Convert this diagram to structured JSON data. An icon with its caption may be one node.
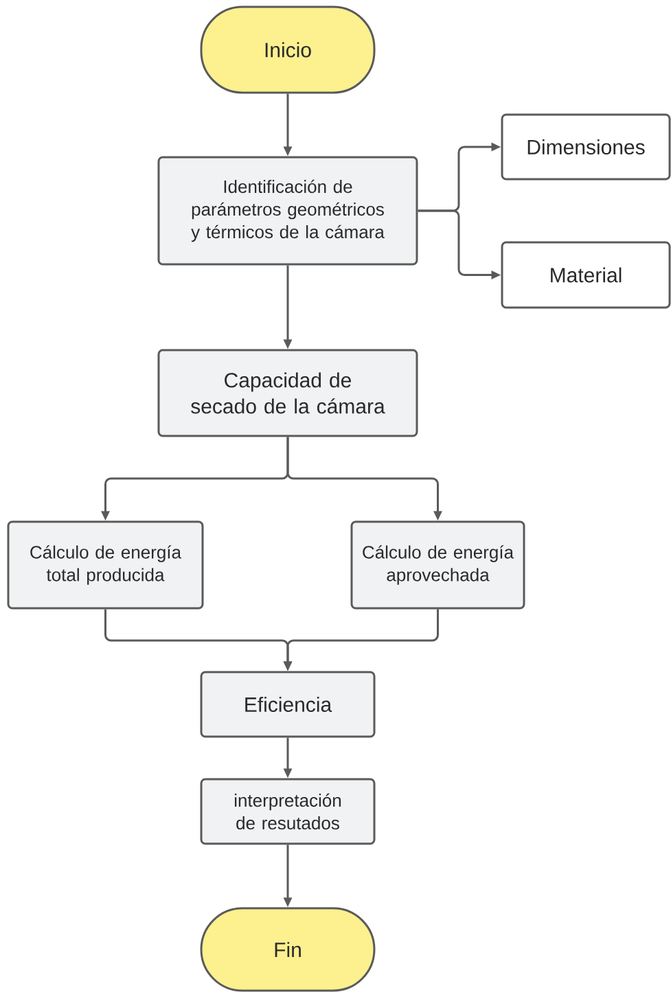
{
  "diagram": {
    "nodes": [
      {
        "text": [
          "Inicio"
        ]
      },
      {
        "text": [
          "Identificación de parámetros geométricos y térmicos de la cámara"
        ]
      },
      {
        "text": [
          "Dimensiones"
        ]
      },
      {
        "text": [
          "Material"
        ]
      },
      {
        "text": [
          "Capacidad de secado de la cámara"
        ]
      },
      {
        "text": [
          "Cálculo de energía total producida"
        ]
      },
      {
        "text": [
          "Cálculo de energía aprovechada"
        ]
      },
      {
        "text": [
          "Eficiencia"
        ]
      },
      {
        "text": [
          "interpretación de resutados"
        ]
      },
      {
        "text": [
          "Fin"
        ]
      }
    ],
    "edges": [
      {
        "from": 0,
        "to": 1,
        "arrow": "to"
      },
      {
        "from": 1,
        "to": 2,
        "arrow": "to"
      },
      {
        "from": 1,
        "to": 3,
        "arrow": "to"
      },
      {
        "from": 1,
        "to": 4,
        "arrow": "to"
      },
      {
        "from": 4,
        "to": 5,
        "arrow": "to"
      },
      {
        "from": 4,
        "to": 6,
        "arrow": "to"
      },
      {
        "from": 5,
        "to": 7,
        "arrow": "to"
      },
      {
        "from": 6,
        "to": 7,
        "arrow": "to"
      },
      {
        "from": 7,
        "to": 8,
        "arrow": "to"
      },
      {
        "from": 8,
        "to": 9,
        "arrow": "to"
      }
    ]
  }
}
